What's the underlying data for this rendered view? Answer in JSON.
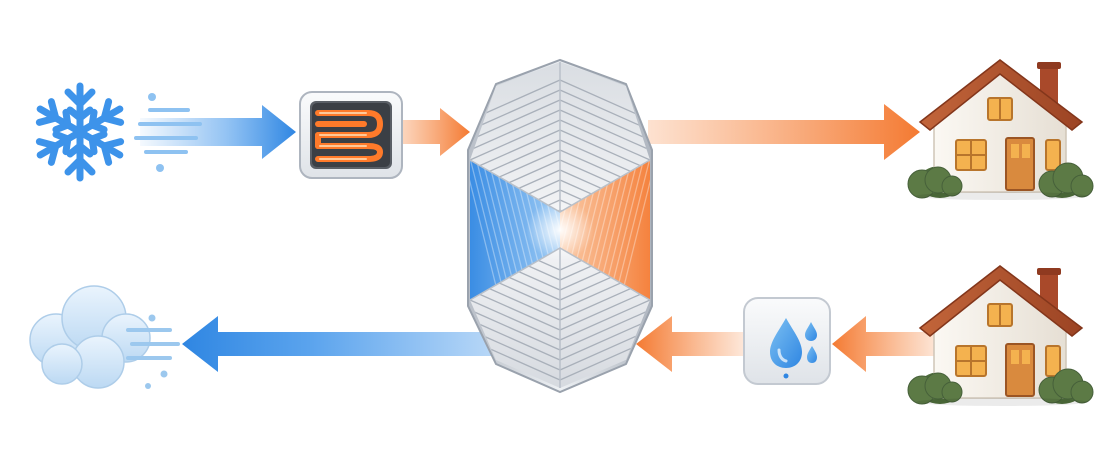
{
  "diagram": {
    "type": "heat-recovery-ventilation-flow",
    "text": [],
    "colors": {
      "cold_flow": "#3d93ea",
      "warm_flow": "#f78a45",
      "frame": "#c6ccd4",
      "house_roof": "#b5552e",
      "house_wall": "#f6f1ea",
      "window_glow": "#f4b24f",
      "shrub": "#5c7a45"
    },
    "nodes": [
      {
        "id": "outdoor-cold",
        "icon": "snowflake-icon"
      },
      {
        "id": "pre-heater",
        "icon": "heating-coil-icon"
      },
      {
        "id": "heat-exchanger",
        "icon": "heat-exchanger-core-icon"
      },
      {
        "id": "house-supply",
        "icon": "house-icon"
      },
      {
        "id": "house-extract",
        "icon": "house-icon"
      },
      {
        "id": "condensate",
        "icon": "water-drop-icon"
      },
      {
        "id": "exhaust-outdoor",
        "icon": "cloud-wind-icon"
      }
    ],
    "edges": [
      {
        "from": "outdoor-cold",
        "to": "pre-heater",
        "flow": "cold"
      },
      {
        "from": "pre-heater",
        "to": "heat-exchanger",
        "flow": "warm"
      },
      {
        "from": "heat-exchanger",
        "to": "house-supply",
        "flow": "warm"
      },
      {
        "from": "house-extract",
        "to": "condensate",
        "flow": "warm"
      },
      {
        "from": "condensate",
        "to": "heat-exchanger",
        "flow": "warm"
      },
      {
        "from": "heat-exchanger",
        "to": "exhaust-outdoor",
        "flow": "cold"
      }
    ]
  }
}
